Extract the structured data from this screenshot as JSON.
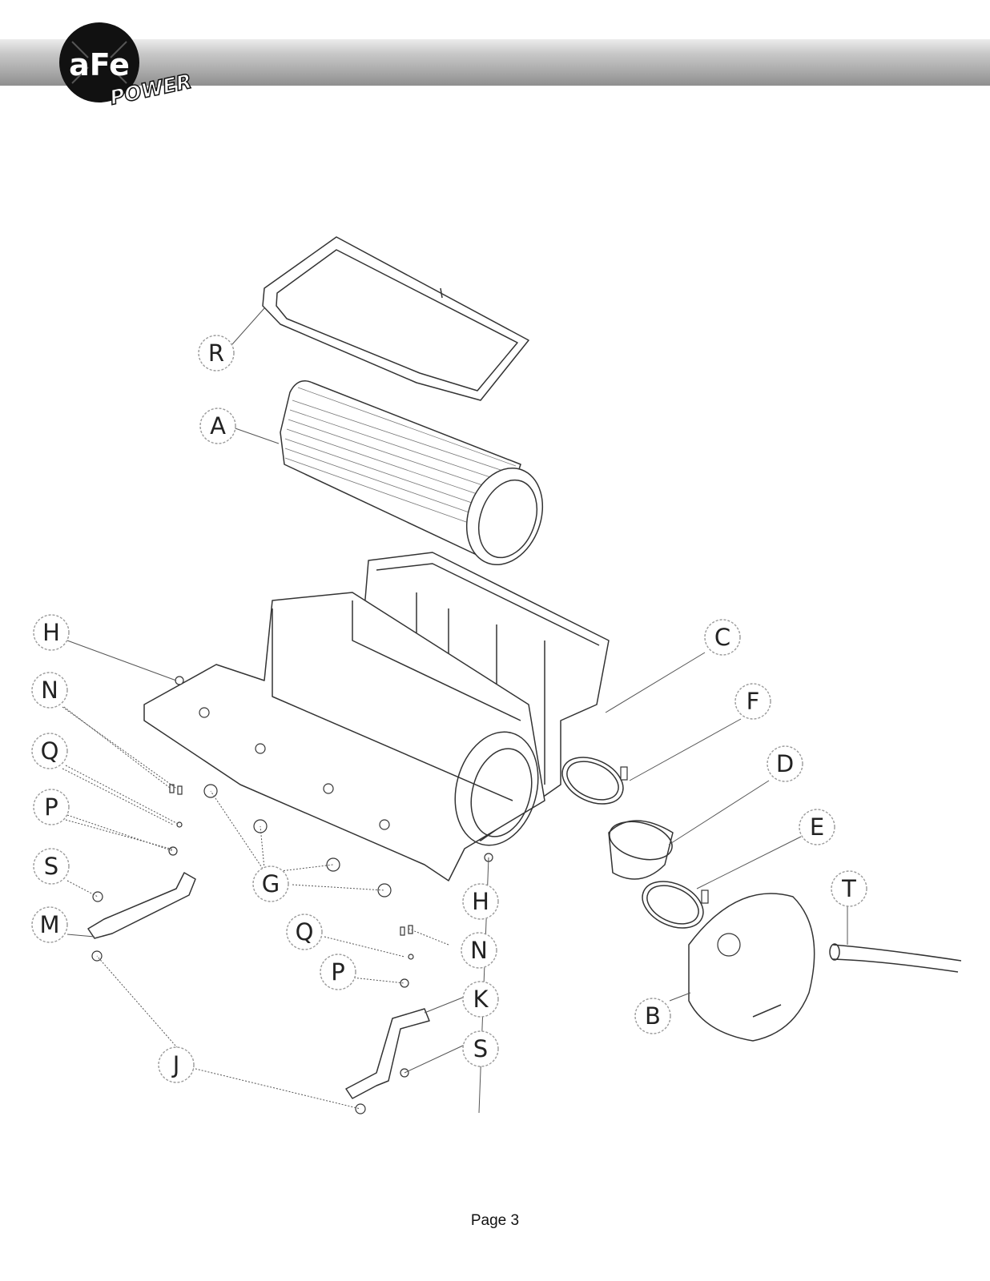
{
  "logo": {
    "brand": "aFe",
    "tagline": "POWER"
  },
  "callouts": [
    "R",
    "A",
    "H",
    "C",
    "N",
    "F",
    "Q",
    "D",
    "P",
    "E",
    "S",
    "G",
    "T",
    "M",
    "H",
    "Q",
    "N",
    "P",
    "B",
    "K",
    "S",
    "J"
  ],
  "page_number": "Page 3"
}
